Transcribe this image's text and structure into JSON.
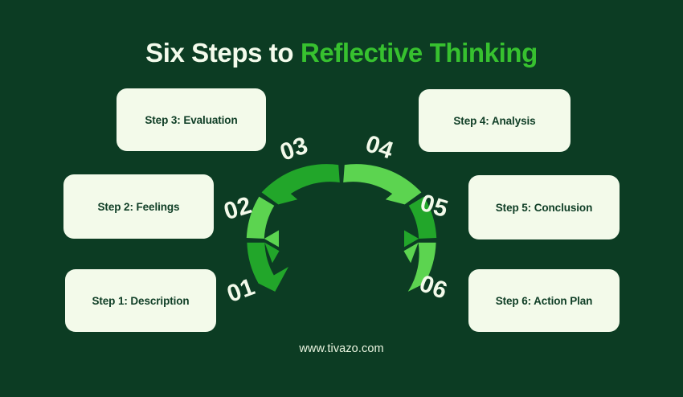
{
  "background_color": "#0c3c23",
  "title": {
    "part_1": "Six Steps to ",
    "part_2": "Reflective Thinking",
    "part_1_color": "#f4fbec",
    "part_2_color": "#37c12f"
  },
  "cards": {
    "step1": {
      "label": "Step 1: Description"
    },
    "step2": {
      "label": "Step 2: Feelings"
    },
    "step3": {
      "label": "Step 3: Evaluation"
    },
    "step4": {
      "label": "Step 4: Analysis"
    },
    "step5": {
      "label": "Step 5: Conclusion"
    },
    "step6": {
      "label": "Step 6: Action Plan"
    },
    "fill_color": "#f3faea",
    "text_color": "#0e3d25"
  },
  "numbers": {
    "n01": "01",
    "n02": "02",
    "n03": "03",
    "n04": "04",
    "n05": "05",
    "n06": "06",
    "color": "#f3faea"
  },
  "arc": {
    "dark_green": "#22a62a",
    "light_green": "#5cd450",
    "segments": [
      {
        "id": "01",
        "color": "#22a62a"
      },
      {
        "id": "02",
        "color": "#5cd450"
      },
      {
        "id": "03",
        "color": "#22a62a"
      },
      {
        "id": "04",
        "color": "#5cd450"
      },
      {
        "id": "05",
        "color": "#22a62a"
      },
      {
        "id": "06",
        "color": "#5cd450"
      }
    ]
  },
  "footer": {
    "url": "www.tivazo.com"
  }
}
